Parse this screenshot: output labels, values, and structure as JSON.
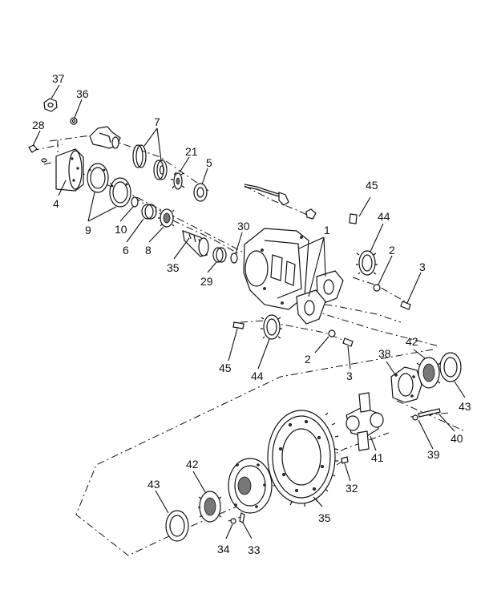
{
  "callouts": {
    "c37": "37",
    "c36": "36",
    "c28": "28",
    "c7": "7",
    "c21": "21",
    "c5": "5",
    "c4": "4",
    "c9": "9",
    "c10": "10",
    "c6": "6",
    "c8": "8",
    "c35_pinion": "35",
    "c29": "29",
    "c30": "30",
    "c1": "1",
    "c45_top": "45",
    "c44_top": "44",
    "c2_top": "2",
    "c3_top": "3",
    "c45_bottom": "45",
    "c44_bottom": "44",
    "c2_bottom": "2",
    "c3_bottom": "3",
    "c38": "38",
    "c42_right": "42",
    "c43_right": "43",
    "c40": "40",
    "c39": "39",
    "c41": "41",
    "c32": "32",
    "c35_ring": "35",
    "c42_left": "42",
    "c43_left": "43",
    "c34": "34",
    "c33": "33"
  }
}
